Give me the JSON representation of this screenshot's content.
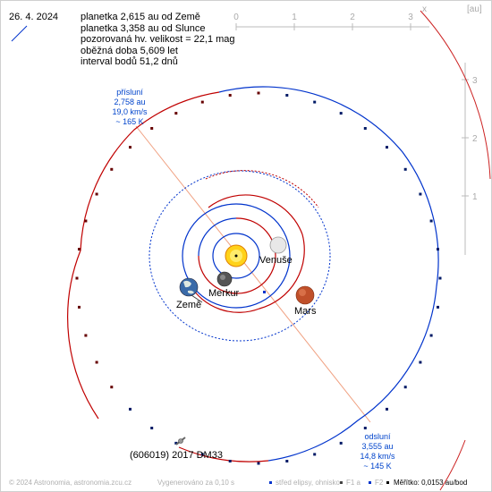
{
  "date": "26. 4. 2024",
  "info_lines": [
    "planetka 2,615 au od Země",
    "planetka 3,358 au od Slunce",
    "pozorovaná hv. velikost = 22,1 mag",
    "oběžná doba 5,609 let",
    "interval bodů 51,2 dnů"
  ],
  "axes": {
    "x_label": "x",
    "unit_label": "[au]",
    "x_ticks": [
      "0",
      "1",
      "2",
      "3"
    ],
    "y_ticks": [
      "3",
      "2",
      "1"
    ]
  },
  "perihelion": {
    "lines": [
      "přísluní",
      "2,758 au",
      "19,0 km/s",
      "~ 165 K"
    ]
  },
  "aphelion": {
    "lines": [
      "odsluní",
      "3,555 au",
      "14,8 km/s",
      "~ 145 K"
    ]
  },
  "planets": {
    "venus": "Venuše",
    "mercury": "Merkur",
    "earth": "Země",
    "mars": "Mars"
  },
  "asteroid_name": "(606019) 2017 DM33",
  "footer": {
    "copyright": "© 2024 Astronomia, astronomia.zcu.cz",
    "generated": "Vygenerováno za 0,10 s",
    "legend_center": "střed elipsy, ohnisko",
    "legend_f1": "F1 a",
    "legend_f2": "F2",
    "scale": "Měřítko: 0,0153 au/bod"
  },
  "colors": {
    "orbit_red": "#c00000",
    "orbit_blue": "#0033cc",
    "axis_gray": "#b8b8b8",
    "label_blue": "#0044cc",
    "apsis_line": "#f0a080",
    "sun_yellow": "#ffd21a"
  }
}
